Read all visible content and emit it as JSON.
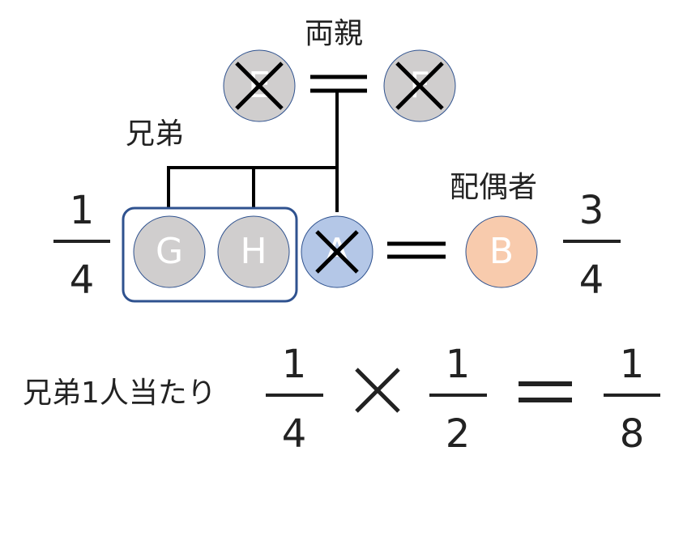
{
  "labels": {
    "parents": "両親",
    "siblings": "兄弟",
    "spouse": "配偶者",
    "per_sibling": "兄弟1人当たり"
  },
  "persons": {
    "E": {
      "letter": "E",
      "fill": "#d0cece",
      "crossed": true
    },
    "F": {
      "letter": "F",
      "fill": "#d0cece",
      "crossed": true
    },
    "G": {
      "letter": "G",
      "fill": "#d0cece",
      "crossed": false
    },
    "H": {
      "letter": "H",
      "fill": "#d0cece",
      "crossed": false
    },
    "A": {
      "letter": "A",
      "fill": "#b4c7e7",
      "crossed": true
    },
    "B": {
      "letter": "B",
      "fill": "#f8cbad",
      "crossed": false
    }
  },
  "shares": {
    "siblings": {
      "numerator": "1",
      "denominator": "4"
    },
    "spouse": {
      "numerator": "3",
      "denominator": "4"
    }
  },
  "equation": {
    "a": {
      "numerator": "1",
      "denominator": "4"
    },
    "b": {
      "numerator": "1",
      "denominator": "2"
    },
    "result": {
      "numerator": "1",
      "denominator": "8"
    }
  },
  "colors": {
    "line": "#000000",
    "group_border": "#2f528f",
    "circle_border": "#2f528f",
    "sibling_fill": "#d0cece",
    "deceased_fill": "#b4c7e7",
    "spouse_fill": "#f8cbad"
  }
}
